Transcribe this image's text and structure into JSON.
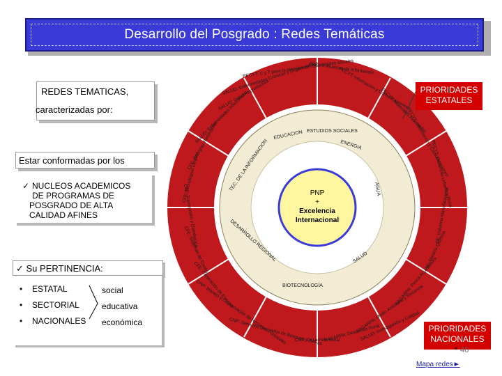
{
  "title": "Desarrollo  del Posgrado : Redes Temáticas",
  "left_box": {
    "line1": "REDES TEMATICAS,",
    "line2": "caracterizadas por:"
  },
  "conformadas": {
    "heading": "Estar conformadas por los",
    "check": "✓",
    "item_line1": "NUCLEOS ACADEMICOS",
    "item_line2": "DE PROGRAMAS DE",
    "item_line3": "POSGRADO DE ALTA",
    "item_line4": "CALIDAD AFINES"
  },
  "pertinencia": {
    "heading": "✓ Su PERTINENCIA:",
    "bullet": "•",
    "rows": [
      {
        "left": "ESTATAL",
        "right": "social"
      },
      {
        "left": "SECTORIAL",
        "right": "educativa"
      },
      {
        "left": "NACIONALES",
        "right": "económica"
      }
    ]
  },
  "prioridades_estatales": {
    "line1": "PRIORIDADES",
    "line2": "ESTATALES"
  },
  "prioridades_nacionales": {
    "line1": "PRIORIDADES",
    "line2": "NACIONALES"
  },
  "center": {
    "line1": "PNP",
    "line2": "+",
    "line3": "Excelencia",
    "line4": "Internacional"
  },
  "inner_ring_labels": {
    "educacion": "EDUCACION",
    "estudios_sociales": "ESTUDIOS SOCIALES",
    "energia": "ENERGIA",
    "agua": "AGUA",
    "salud": "SALUD",
    "biotecnologia": "BIOTECNOLOGÍA",
    "desarrollo_regional": "DESARROLLO REGIONAL",
    "tec_informacion": "TEC. DE LA INFORMACION"
  },
  "outer_ring_labels": {
    "o1": "PECYT: C y T para la atención de necesidades sociales",
    "o2": "PECYT: Avances de Información",
    "o3": "PECYT: Información y Comunicaciones",
    "o4": "PECYT: Materiales Avanzados",
    "o5": "PECYT: Información y Comunicaciones",
    "o6": "PECYT: Desarrollo Urbano y Rural",
    "o7": "SE: Industria Manufacturera",
    "o8": "SE: Minería Química",
    "o9": "SAGARPA: Pesca Acuacultura",
    "o10": "SAGARPA: Medio Ambiente y Recursos",
    "o11": "SAGARPA: Desarrollo Rural",
    "o12": "CNP: Desarrollo Rural",
    "o13": "CNP: Servicios Derivados de Bosques y Selvas",
    "o14": "CNP: Manejo y Conservación de Recursos Forestales",
    "o15": "CFE: Generación de Energía",
    "o16": "CFE: Sistemas de Control",
    "o17": "CFE: Transmisión y Distribución",
    "o18": "CFE: Tecnologías Limpias",
    "o19": "CFE: Energías Renovables",
    "o20": "SALUD: Enfermedades Infecciosas",
    "o21": "SALUD: Salud Reproductiva",
    "o22": "SALUD: Enfermedades Crónicas y Degenerativas",
    "o23": "SALUD: Investigación y Calidad"
  },
  "page_number": "46",
  "page_marker": "*",
  "mapa_link": "Mapa redes►",
  "colors": {
    "title_bar": "#3a3ad8",
    "outer_ring": "#c0191d",
    "inner_ring": "#f2ecd4",
    "center_circle": "#fff6a0",
    "priority_box": "#d40000"
  }
}
